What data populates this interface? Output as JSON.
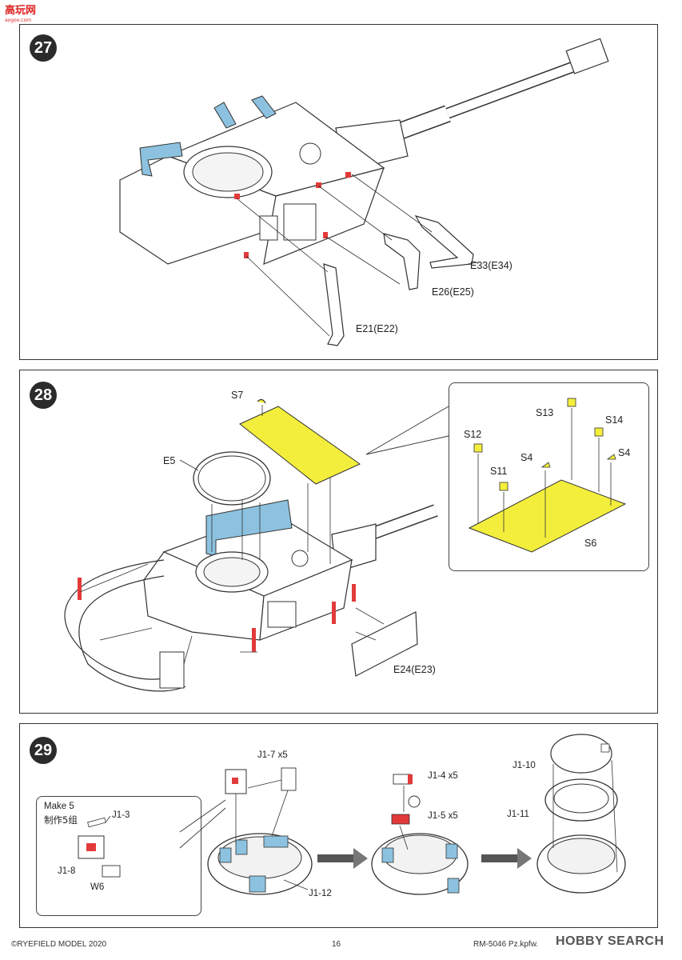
{
  "watermark": {
    "text": "高玩网",
    "sub": "aogoo.com"
  },
  "steps": [
    {
      "number": "27",
      "labels": [
        "E33(E34)",
        "E26(E25)",
        "E21(E22)"
      ]
    },
    {
      "number": "28",
      "labels": [
        "S7",
        "E5",
        "E24(E23)"
      ],
      "inset_labels": [
        "S13",
        "S14",
        "S12",
        "S4",
        "S4",
        "S11",
        "S6"
      ]
    },
    {
      "number": "29",
      "labels": [
        "J1-7 x5",
        "J1-12",
        "J1-4 x5",
        "J1-5 x5",
        "J1-10",
        "J1-11"
      ],
      "subassembly": {
        "title": "Make 5",
        "title_cn": "制作5组",
        "parts": [
          "J1-3",
          "J1-8",
          "W6"
        ]
      }
    }
  ],
  "footer": {
    "copyright": "©RYEFIELD MODEL 2020",
    "page": "16",
    "product": "RM-5046  Pz.kpfw.",
    "brand": "HOBBY SEARCH"
  },
  "colors": {
    "highlight_yellow": "#f3ee3c",
    "photo_etch_blue": "#8cc2df",
    "marker_red": "#e23a3a"
  }
}
